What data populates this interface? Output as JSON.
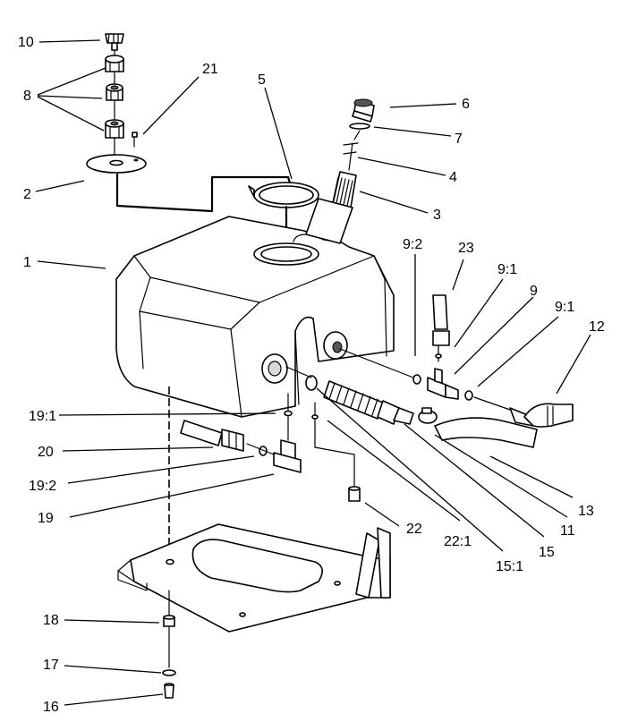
{
  "diagram": {
    "labels": {
      "p1": "1",
      "p2": "2",
      "p3": "3",
      "p4": "4",
      "p5": "5",
      "p6": "6",
      "p7": "7",
      "p8": "8",
      "p9": "9",
      "p9_1a": "9:1",
      "p9_1b": "9:1",
      "p9_2": "9:2",
      "p10": "10",
      "p11": "11",
      "p12": "12",
      "p13": "13",
      "p15": "15",
      "p15_1": "15:1",
      "p16": "16",
      "p17": "17",
      "p18": "18",
      "p19": "19",
      "p19_1": "19:1",
      "p19_2": "19:2",
      "p20": "20",
      "p21": "21",
      "p22": "22",
      "p22_1": "22:1",
      "p23": "23"
    }
  }
}
